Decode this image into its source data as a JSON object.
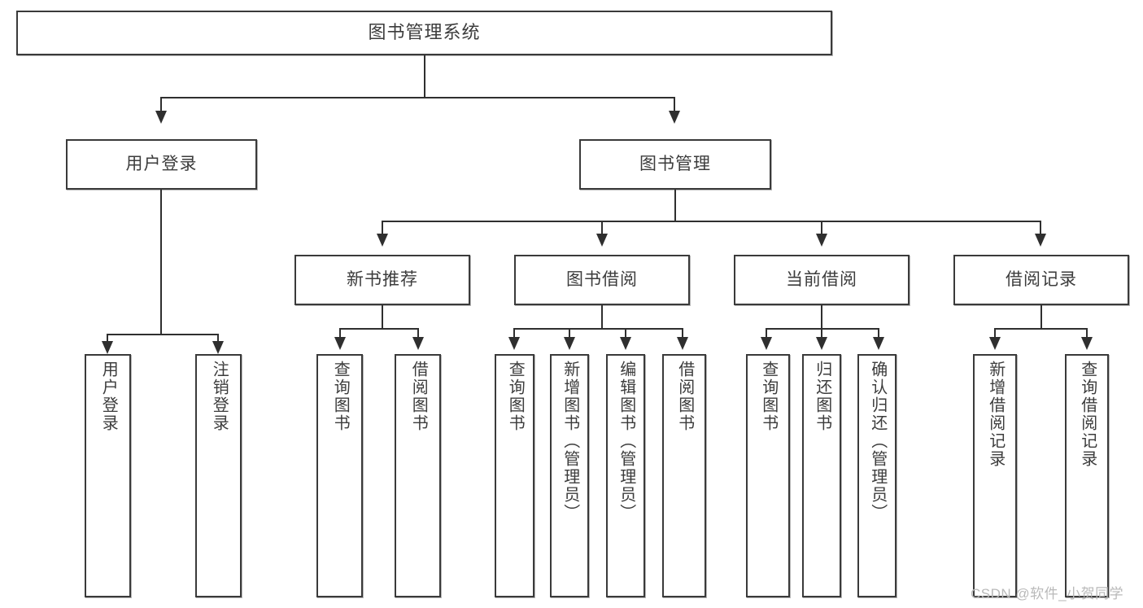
{
  "diagram": {
    "title": "图书管理系统",
    "type": "tree-hierarchy",
    "root": {
      "label": "图书管理系统"
    },
    "level2": [
      {
        "label": "用户登录"
      },
      {
        "label": "图书管理"
      }
    ],
    "level3": [
      {
        "label": "新书推荐"
      },
      {
        "label": "图书借阅"
      },
      {
        "label": "当前借阅"
      },
      {
        "label": "借阅记录"
      }
    ],
    "leaves": {
      "user_login": [
        {
          "label": "用户登录"
        },
        {
          "label": "注销登录"
        }
      ],
      "new_book_recommend": [
        {
          "label": "查询图书"
        },
        {
          "label": "借阅图书"
        }
      ],
      "book_borrow": [
        {
          "label": "查询图书"
        },
        {
          "label": "新增图书（管理员）"
        },
        {
          "label": "编辑图书（管理员）"
        },
        {
          "label": "借阅图书"
        }
      ],
      "current_borrow": [
        {
          "label": "查询图书"
        },
        {
          "label": "归还图书"
        },
        {
          "label": "确认归还（管理员）"
        }
      ],
      "borrow_record": [
        {
          "label": "新增借阅记录"
        },
        {
          "label": "查询借阅记录"
        }
      ]
    }
  },
  "watermark": {
    "text": "CSDN @软件_小贺同学"
  },
  "colors": {
    "box_border": "#3a3a3a",
    "line": "#2f2f2f",
    "text": "#3c3c3c",
    "background": "#ffffff",
    "watermark": "#b9b9b9"
  }
}
